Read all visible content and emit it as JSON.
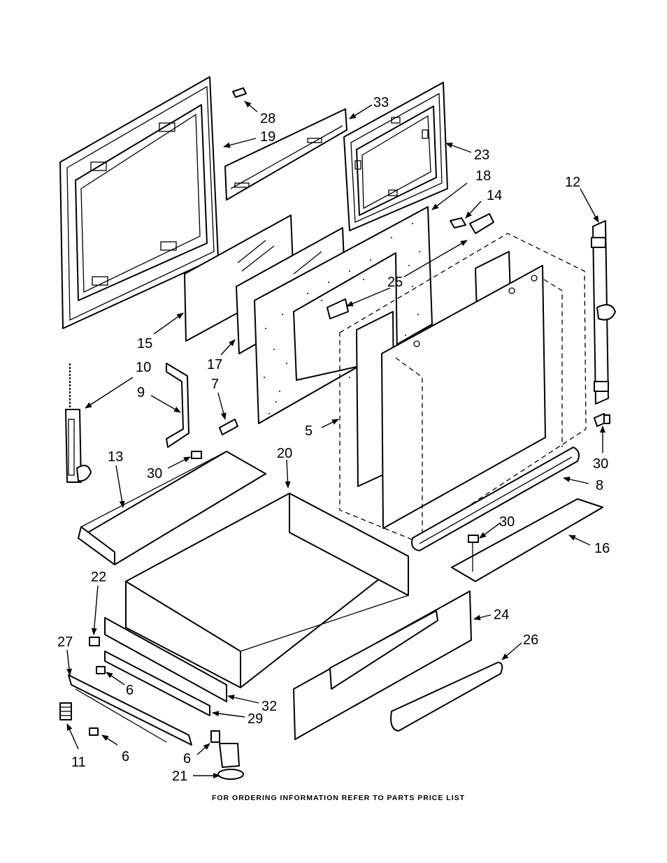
{
  "footer": "FOR ORDERING INFORMATION REFER TO PARTS PRICE LIST",
  "labels": {
    "l5": "5",
    "l6a": "6",
    "l6b": "6",
    "l6c": "6",
    "l7": "7",
    "l8": "8",
    "l9": "9",
    "l10": "10",
    "l11": "11",
    "l12": "12",
    "l13": "13",
    "l14": "14",
    "l15": "15",
    "l16": "16",
    "l17": "17",
    "l18": "18",
    "l19": "19",
    "l20": "20",
    "l21": "21",
    "l22": "22",
    "l23": "23",
    "l24": "24",
    "l25": "25",
    "l26": "26",
    "l27": "27",
    "l28": "28",
    "l29": "29",
    "l30a": "30",
    "l30b": "30",
    "l30c": "30",
    "l32": "32",
    "l33": "33"
  }
}
